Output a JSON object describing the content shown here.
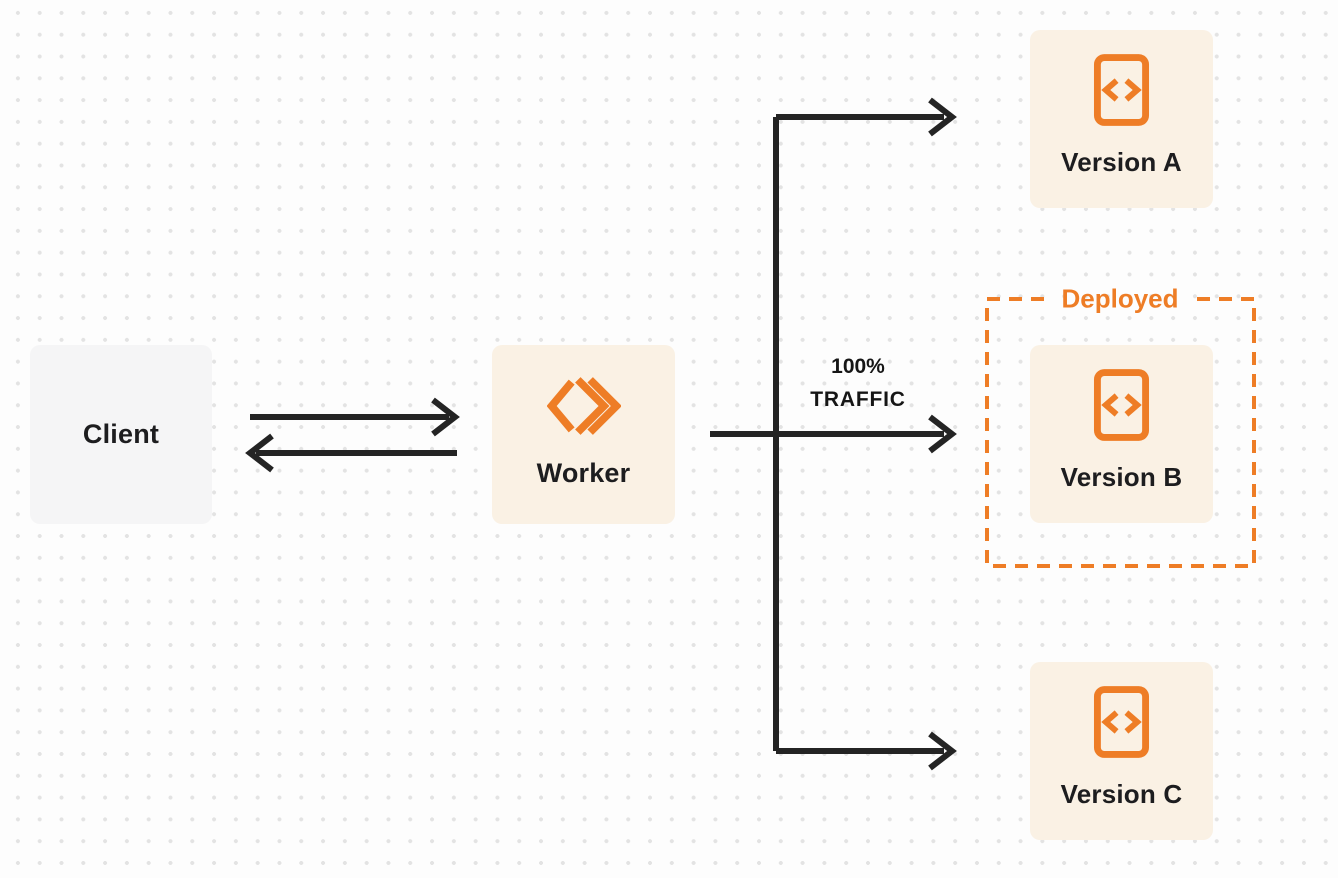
{
  "colors": {
    "orange": "#EE7D26",
    "cream": "#FAF1E4",
    "gray-box": "#F5F5F6",
    "line": "#242424",
    "text": "#1D1D1F",
    "dot": "#E3E3E3"
  },
  "nodes": {
    "client": {
      "label": "Client"
    },
    "worker": {
      "label": "Worker"
    },
    "version_a": {
      "label": "Version A"
    },
    "version_b": {
      "label": "Version B"
    },
    "version_c": {
      "label": "Version C"
    }
  },
  "labels": {
    "deployed": "Deployed",
    "traffic_line1": "100%",
    "traffic_line2": "TRAFFIC"
  }
}
